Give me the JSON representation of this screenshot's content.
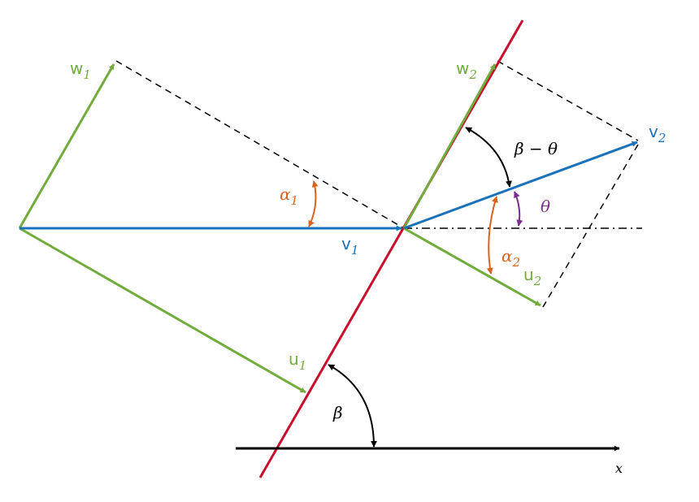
{
  "colors": {
    "green": "#72AC3C",
    "blue": "#1A72BB",
    "red": "#C8102E",
    "orange": "#D9621F",
    "purple": "#7B2E8E",
    "black": "#000000"
  },
  "labels": {
    "w1": {
      "base": "w",
      "sub": "1"
    },
    "w2": {
      "base": "w",
      "sub": "2"
    },
    "v1": {
      "base": "v",
      "sub": "1"
    },
    "v2": {
      "base": "v",
      "sub": "2"
    },
    "u1": {
      "base": "u",
      "sub": "1"
    },
    "u2": {
      "base": "u",
      "sub": "2"
    },
    "alpha1": {
      "base": "α",
      "sub": "1"
    },
    "alpha2": {
      "base": "α",
      "sub": "2"
    },
    "beta": "β",
    "beta_minus_theta": "β − θ",
    "theta": "θ",
    "x": "x"
  }
}
